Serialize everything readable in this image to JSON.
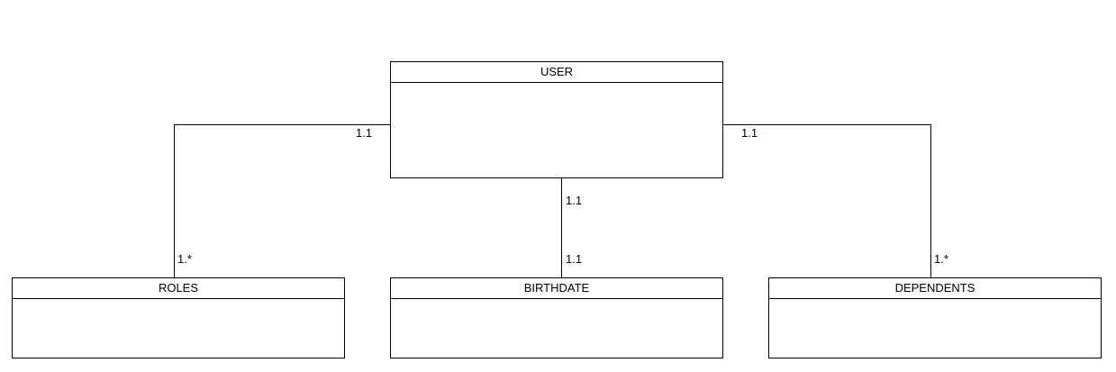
{
  "entities": {
    "user": "USER",
    "roles": "ROLES",
    "birthdate": "BIRTHDATE",
    "dependents": "DEPENDENTS"
  },
  "relationships": {
    "user_roles": {
      "user_end": "1.1",
      "roles_end": "1.*"
    },
    "user_birthdate": {
      "user_end": "1.1",
      "birthdate_end": "1.1"
    },
    "user_dependents": {
      "user_end": "1.1",
      "dependents_end": "1.*"
    }
  },
  "colors": {
    "line": "#000000",
    "background": "#ffffff"
  }
}
